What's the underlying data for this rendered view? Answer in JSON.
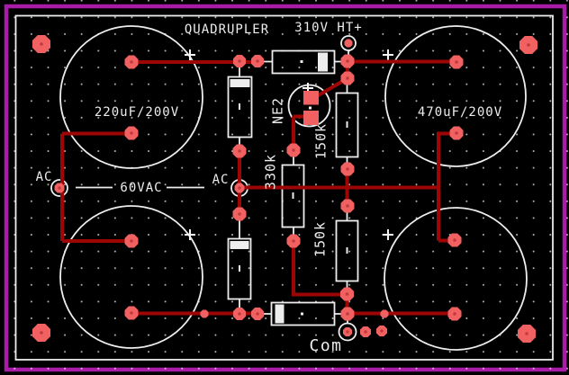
{
  "board": {
    "title": "QUADRUPLER",
    "terminals": {
      "ht_plus": {
        "label": "310V HT+"
      },
      "ac_left": {
        "label": "AC"
      },
      "ac_right": {
        "label": "AC"
      },
      "winding": {
        "label": "60VAC"
      },
      "common": {
        "label": "Com"
      }
    },
    "components": {
      "cap_top_left": {
        "label": "220uF/200V"
      },
      "cap_top_right": {
        "label": "470uF/200V"
      },
      "resistor_top": {
        "label": "150k"
      },
      "resistor_middle": {
        "label": "330k"
      },
      "resistor_bottom": {
        "label": "150k"
      },
      "neon_lamp": {
        "label": "NE2"
      },
      "polarity_mark": "+"
    },
    "colors": {
      "background": "#000000",
      "board_outline": "#a81ca8",
      "silkscreen": "#ededed",
      "trace": "#9e0606",
      "pad": "#f16161"
    }
  }
}
